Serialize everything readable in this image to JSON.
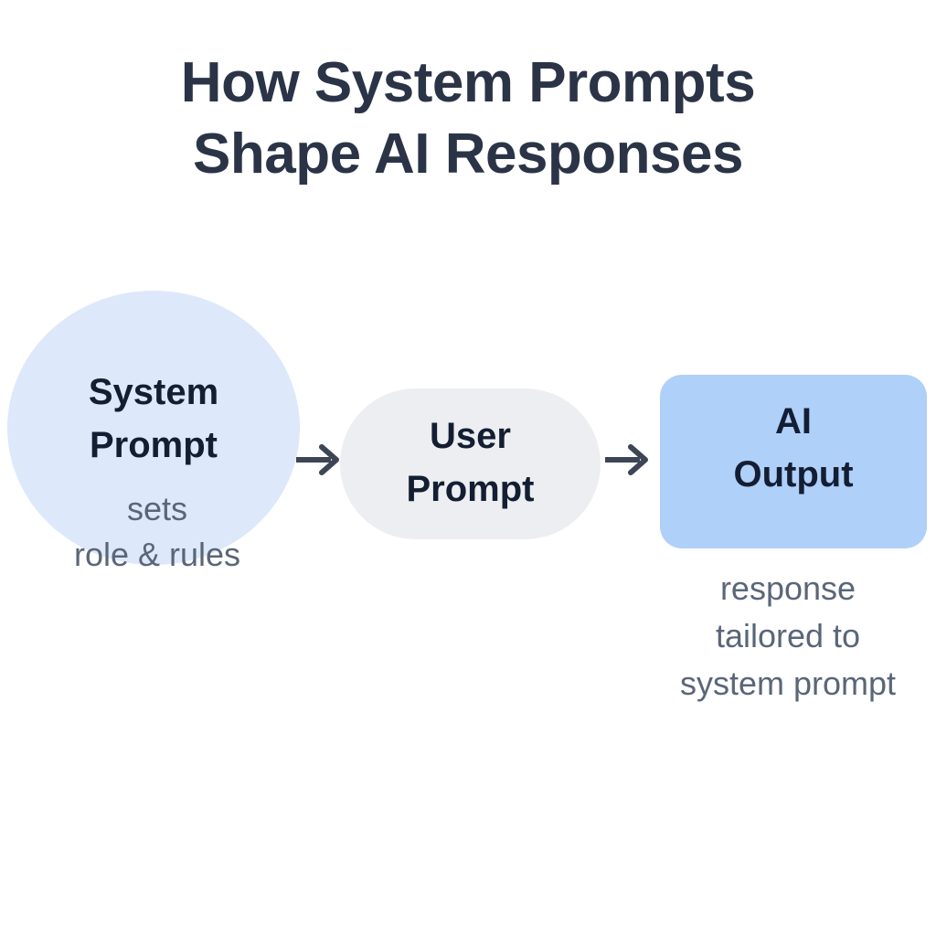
{
  "title": {
    "line1": "How System Prompts",
    "line2": "Shape AI Responses"
  },
  "colors": {
    "title_text": "#2b3447",
    "node_text": "#141e33",
    "caption_text": "#5a6678",
    "system_node_fill": "#dde8fb",
    "user_node_fill": "#eceef1",
    "ai_node_fill": "#afd0f8",
    "arrow": "#3d4655",
    "background": "#ffffff"
  },
  "flow": {
    "nodes": [
      {
        "id": "system-prompt",
        "label": "System\nPrompt",
        "caption": "sets\nrole & rules",
        "shape": "circle",
        "fill": "#dde8fb"
      },
      {
        "id": "user-prompt",
        "label": "User\nPrompt",
        "caption": "",
        "shape": "stadium",
        "fill": "#eceef1"
      },
      {
        "id": "ai-output",
        "label": "AI\nOutput",
        "caption": "response\ntailored to\nsystem prompt",
        "shape": "rounded-rect",
        "fill": "#afd0f8"
      }
    ],
    "connectors": [
      {
        "id": "arrow-1",
        "from": "system-prompt",
        "to": "user-prompt",
        "glyph": "arrow-right-icon"
      },
      {
        "id": "arrow-2",
        "from": "user-prompt",
        "to": "ai-output",
        "glyph": "arrow-right-icon"
      }
    ]
  }
}
